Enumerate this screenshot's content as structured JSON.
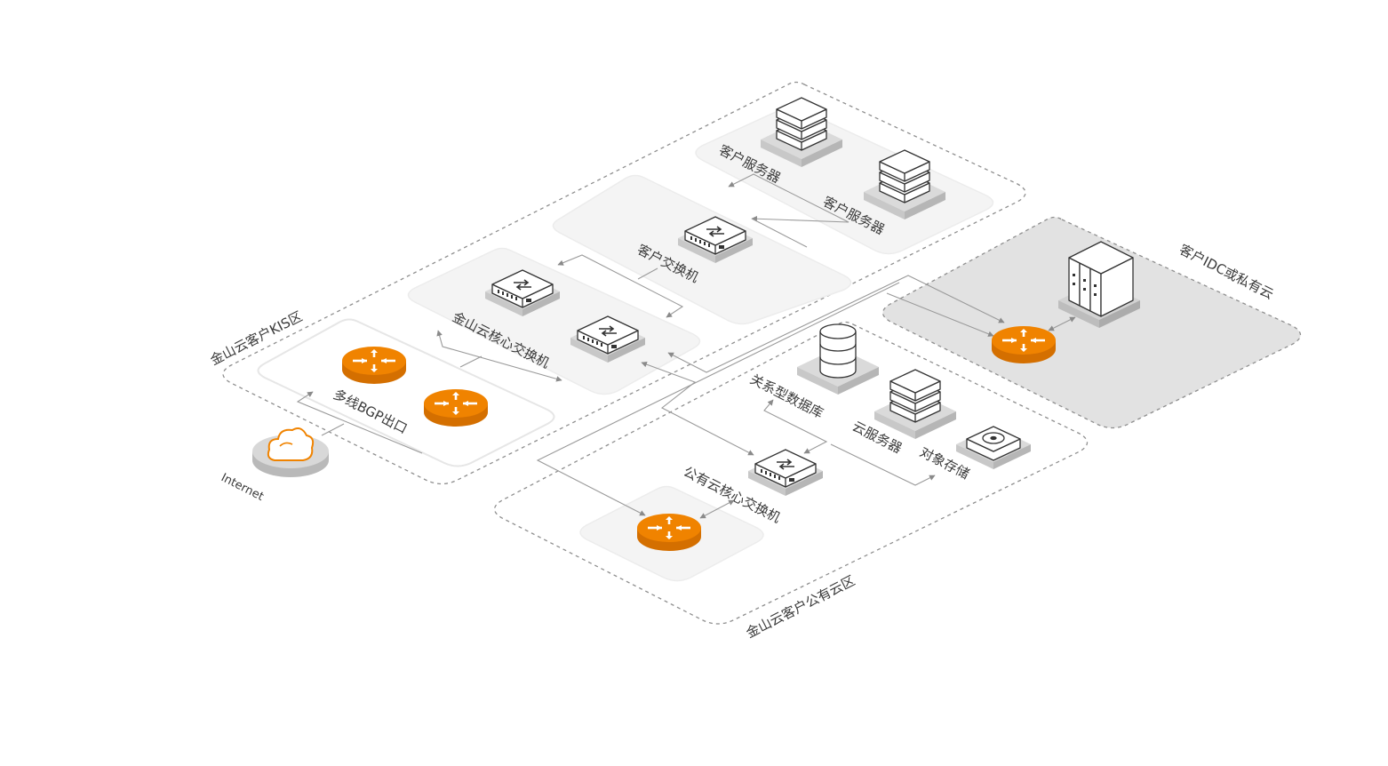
{
  "zones": {
    "kis": "金山云客户KIS区",
    "public_cloud": "金山云客户公有云区",
    "idc": "客户IDC或私有云"
  },
  "nodes": {
    "server_1": "客户服务器",
    "server_2": "客户服务器",
    "customer_switch": "客户交换机",
    "core_switch": "金山云核心交换机",
    "bgp_exit": "多线BGP出口",
    "internet": "Internet",
    "relational_db": "关系型数据库",
    "cloud_server": "云服务器",
    "object_storage": "对象存储",
    "public_core_switch": "公有云核心交换机"
  },
  "colors": {
    "router_orange": "#f08300",
    "router_orange_dark": "#d46f00",
    "dashed_border": "#8f8f8f",
    "idc_fill": "#e2e2e2",
    "sub_area_fill": "#f4f4f4",
    "connector": "#9a9a9a"
  },
  "icons": [
    "server-stack-icon",
    "switch-icon",
    "router-icon",
    "cloud-icon",
    "database-icon",
    "storage-disk-icon",
    "rack-server-icon"
  ]
}
